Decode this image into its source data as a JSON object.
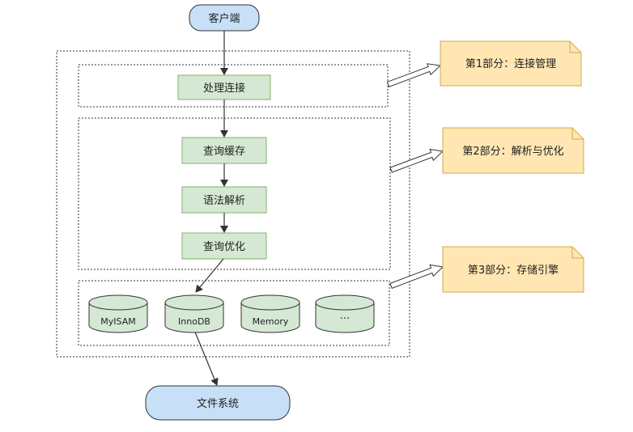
{
  "client": "客户端",
  "connection": "处理连接",
  "cache": "查询缓存",
  "parse": "语法解析",
  "optimize": "查询优化",
  "engines": [
    "MyISAM",
    "InnoDB",
    "Memory",
    "···"
  ],
  "filesystem": "文件系统",
  "notes": [
    "第1部分：连接管理",
    "第2部分：解析与优化",
    "第3部分：存储引擎"
  ],
  "colors": {
    "blue_fill": "#c7e0f7",
    "green_fill": "#d5e8d4",
    "green_stroke": "#82b366",
    "note_fill": "#ffe6b2",
    "note_stroke": "#d6a84e"
  }
}
